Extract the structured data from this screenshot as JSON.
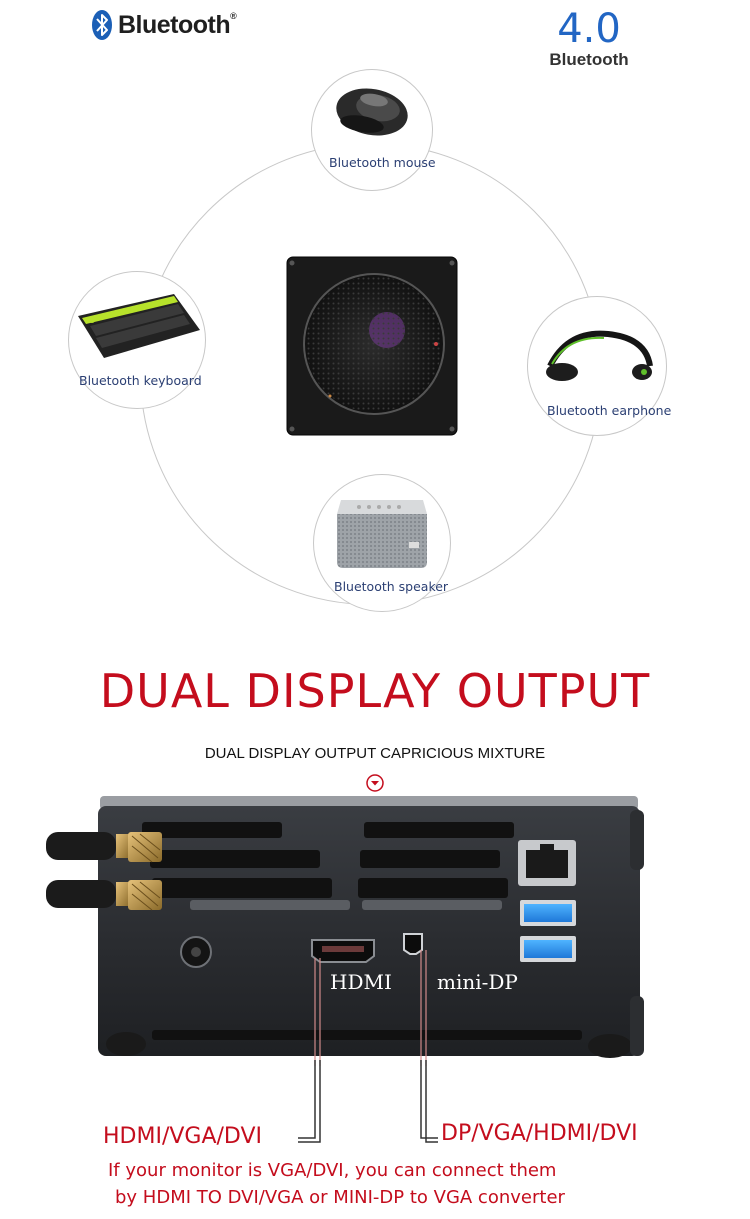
{
  "header": {
    "bluetooth_word": "Bluetooth",
    "bluetooth_reg": "®",
    "version_number": "4.0",
    "version_word": "Bluetooth"
  },
  "devices": {
    "mouse": "Bluetooth mouse",
    "keyboard": "Bluetooth keyboard",
    "earphone": "Bluetooth earphone",
    "speaker": "Bluetooth speaker"
  },
  "headline": "DUAL DISPLAY OUTPUT",
  "subheadline": "DUAL DISPLAY OUTPUT CAPRICIOUS MIXTURE",
  "ports": {
    "hdmi": "HDMI",
    "minidp": "mini-DP"
  },
  "outputs": {
    "hdmi_compat": "HDMI/VGA/DVI",
    "dp_compat": "DP/VGA/HDMI/DVI"
  },
  "note_line1": "If your monitor is VGA/DVI, you can connect them",
  "note_line2": "by HDMI TO DVI/VGA or MINI-DP to VGA converter",
  "colors": {
    "accent_red": "#c40d1d",
    "bluetooth_blue": "#2266c4"
  }
}
